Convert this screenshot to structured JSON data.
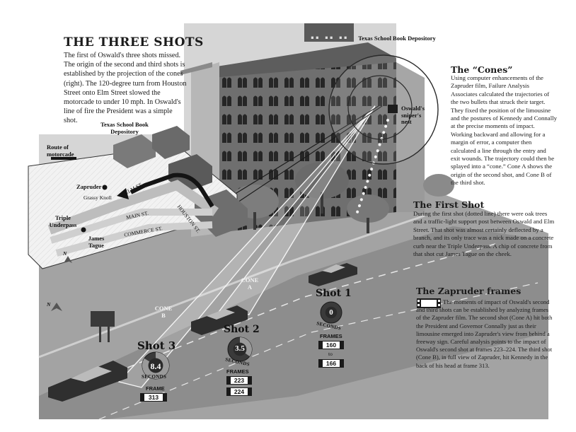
{
  "title": "THE THREE SHOTS",
  "intro": "The first of Oswald's three shots missed. The origin of the second and third shots is established by the projection of the cones (right). The 120-degree turn from Houston Street onto Elm Street slowed the motorcade to under 10 mph. In Oswald's line of fire the President was a simple shot.",
  "building_labels": {
    "depository_top": "Texas School Book Depository",
    "nest": "Oswald's sniper's nest"
  },
  "cones": {
    "heading": "The “Cones”",
    "body": "Using computer enhancements of the Zapruder film, Failure Analysis Associates calculated the trajectories of the two bullets that struck their target. They fixed the position of the limousine and the postures of Kennedy and Connally at the precise moments of impact. Working backward and allowing for a margin of error, a computer then calculated a line through the entry and exit wounds. The trajectory could then be splayed into a “cone.” Cone A shows the origin of the second shot, and Cone B of the third shot."
  },
  "first_shot": {
    "heading": "The First Shot",
    "body": "During the first shot (dotted line) there were oak trees and a traffic-light support post between Oswald and Elm Street. That shot was almost certainly deflected by a branch, and its only trace was a nick made on a concrete curb near the Triple Underpass. A chip of concrete from that shot cut James Tague on the cheek."
  },
  "zapruder_frames": {
    "heading": "The Zapruder frames",
    "body": "The moments of impact of Oswald's second and third shots can be established by analyzing frames of the Zapruder film. The second shot (Cone A) hit both the President and Governor Connally just as their limousine emerged into Zapruder's view from behind a freeway sign. Careful analysis points to the impact of Oswald's second shot at frames 223–224. The third shot (Cone B), in full view of Zapruder, hit Kennedy in the back of his head at frame 313."
  },
  "map": {
    "depository": "Texas School Book Depository",
    "route_legend": "Route of motorcade",
    "zapruder": "Zapruder",
    "grassy_knoll": "Grassy Knoll",
    "elm_st": "ELM ST.",
    "main_st": "MAIN ST.",
    "commerce_st": "COMMERCE ST.",
    "houston_st": "HOUSTON ST.",
    "triple_underpass": "Triple Underpass",
    "james_tague": "James Tague",
    "north_map": "N",
    "north_scene": "N"
  },
  "cone_labels": {
    "a": "CONE A",
    "b": "CONE B"
  },
  "shots": [
    {
      "label": "Shot 1",
      "seconds_value": 0,
      "seconds_text": "0",
      "seconds_label": "SECONDS",
      "frames_label": "FRAMES",
      "frames": [
        "160",
        "166"
      ],
      "to_label": "to"
    },
    {
      "label": "Shot 2",
      "seconds_value": 3.5,
      "seconds_text": "3.5",
      "seconds_label": "SECONDS",
      "frames_label": "FRAMES",
      "frames": [
        "223",
        "224"
      ]
    },
    {
      "label": "Shot 3",
      "seconds_value": 8.4,
      "seconds_text": "8.4",
      "seconds_label": "SECONDS",
      "frames_label": "FRAME",
      "frames": [
        "313"
      ]
    }
  ],
  "colors": {
    "building": "#7a7a7a",
    "sky": "#d8d8d8",
    "road": "#9a9a9a",
    "car": "#2f2f2f",
    "route": "#141414"
  }
}
